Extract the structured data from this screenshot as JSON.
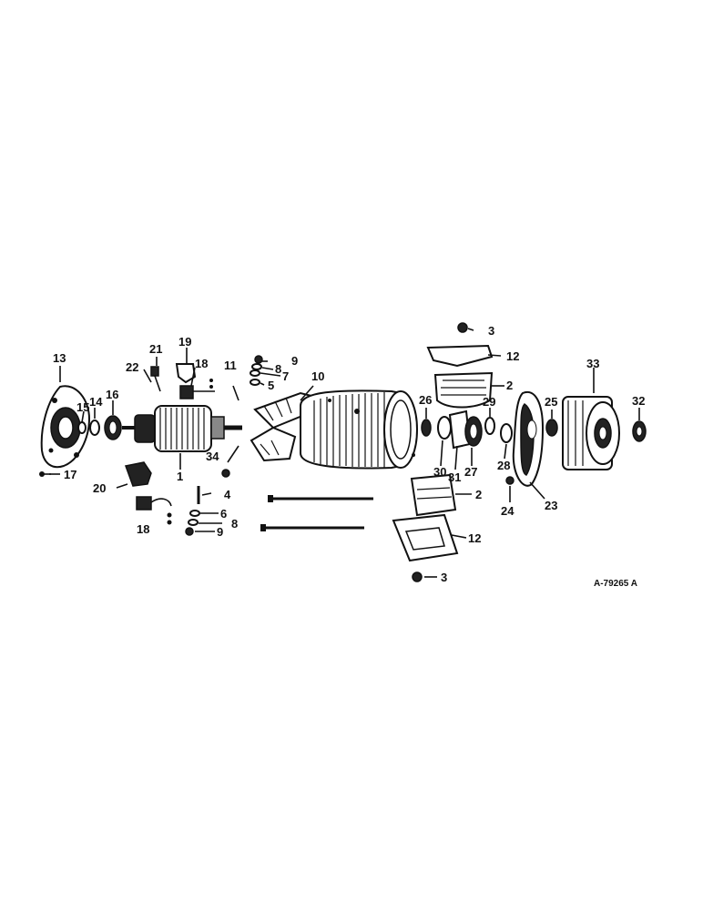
{
  "diagram": {
    "reference": "A-79265 A",
    "labels": [
      {
        "id": "13",
        "text": "13"
      },
      {
        "id": "14",
        "text": "14"
      },
      {
        "id": "15",
        "text": "15"
      },
      {
        "id": "16",
        "text": "16"
      },
      {
        "id": "17",
        "text": "17"
      },
      {
        "id": "1",
        "text": "1"
      },
      {
        "id": "21",
        "text": "21"
      },
      {
        "id": "22",
        "text": "22"
      },
      {
        "id": "19",
        "text": "19"
      },
      {
        "id": "18a",
        "text": "18"
      },
      {
        "id": "18b",
        "text": "18"
      },
      {
        "id": "20",
        "text": "20"
      },
      {
        "id": "11",
        "text": "11"
      },
      {
        "id": "9a",
        "text": "9"
      },
      {
        "id": "8a",
        "text": "8"
      },
      {
        "id": "7",
        "text": "7"
      },
      {
        "id": "5",
        "text": "5"
      },
      {
        "id": "10",
        "text": "10"
      },
      {
        "id": "34",
        "text": "34"
      },
      {
        "id": "4",
        "text": "4"
      },
      {
        "id": "6",
        "text": "6"
      },
      {
        "id": "8b",
        "text": "8"
      },
      {
        "id": "9b",
        "text": "9"
      },
      {
        "id": "3a",
        "text": "3"
      },
      {
        "id": "12a",
        "text": "12"
      },
      {
        "id": "2a",
        "text": "2"
      },
      {
        "id": "26",
        "text": "26"
      },
      {
        "id": "29",
        "text": "29"
      },
      {
        "id": "30",
        "text": "30"
      },
      {
        "id": "31",
        "text": "31"
      },
      {
        "id": "27",
        "text": "27"
      },
      {
        "id": "28",
        "text": "28"
      },
      {
        "id": "2b",
        "text": "2"
      },
      {
        "id": "12b",
        "text": "12"
      },
      {
        "id": "3b",
        "text": "3"
      },
      {
        "id": "33",
        "text": "33"
      },
      {
        "id": "25",
        "text": "25"
      },
      {
        "id": "32",
        "text": "32"
      },
      {
        "id": "23",
        "text": "23"
      },
      {
        "id": "24",
        "text": "24"
      }
    ]
  }
}
